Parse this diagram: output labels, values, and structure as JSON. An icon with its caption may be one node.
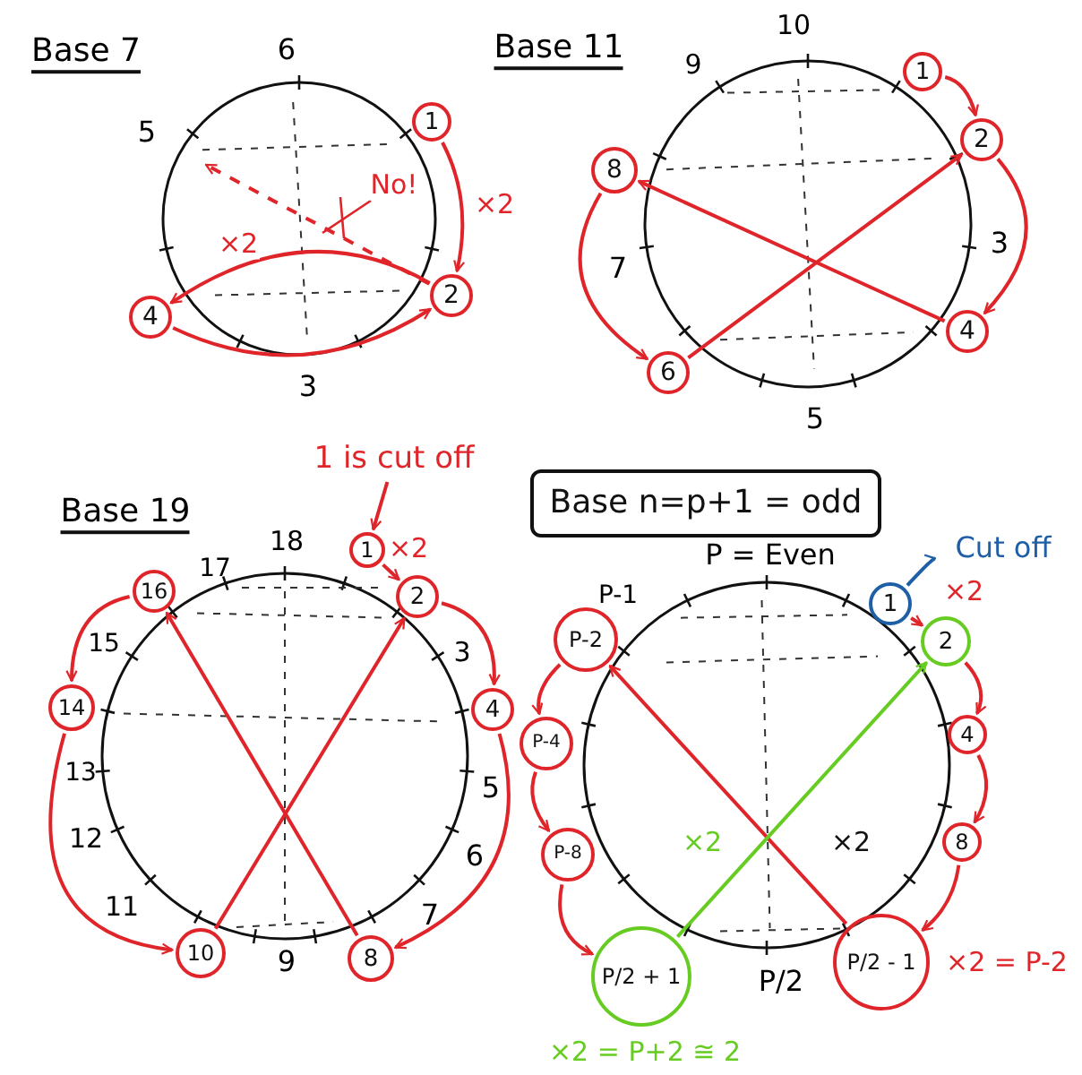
{
  "diagram": {
    "nodes": [
      {
        "text": [
          "1"
        ]
      },
      {
        "text": [
          "2"
        ]
      },
      {
        "text": [
          "4"
        ]
      },
      {
        "text": [
          "1"
        ]
      },
      {
        "text": [
          "2"
        ]
      },
      {
        "text": [
          "8"
        ]
      },
      {
        "text": [
          "4"
        ]
      },
      {
        "text": [
          "6"
        ]
      },
      {
        "text": [
          "1 is cut off"
        ]
      },
      {
        "text": [
          "1"
        ]
      },
      {
        "text": [
          "2"
        ]
      },
      {
        "text": [
          "16"
        ]
      },
      {
        "text": [
          "14"
        ]
      },
      {
        "text": [
          "4"
        ]
      },
      {
        "text": [
          "10"
        ]
      },
      {
        "text": [
          "8"
        ]
      },
      {
        "text": [
          "Base n=p+1 = odd"
        ]
      },
      {
        "text": [
          "1"
        ]
      },
      {
        "text": [
          "Cut off"
        ]
      },
      {
        "text": [
          "2"
        ]
      },
      {
        "text": [
          "4"
        ]
      },
      {
        "text": [
          "8"
        ]
      },
      {
        "text": [
          "P/2 - 1"
        ],
        "beside": [
          "×2 = P-2"
        ]
      },
      {
        "text": [
          "P/2 + 1"
        ],
        "beside": [
          "×2 = P+2 ≅ 2"
        ]
      },
      {
        "text": [
          "P-8"
        ]
      },
      {
        "text": [
          "P-4"
        ]
      },
      {
        "text": [
          "P-2"
        ]
      }
    ],
    "edges": [
      {
        "from": 0,
        "to": 1,
        "arrow": "to",
        "label": "×2"
      },
      {
        "from": 1,
        "to": 2,
        "arrow": "to",
        "label": "×2"
      },
      {
        "from": 2,
        "to": 1,
        "arrow": "to"
      },
      {
        "from": 1,
        "to": null,
        "arrow": "to",
        "style": "dashed",
        "label": "No!"
      },
      {
        "from": 3,
        "to": 4,
        "arrow": "to"
      },
      {
        "from": 4,
        "to": 6,
        "arrow": "to"
      },
      {
        "from": 5,
        "to": 7,
        "arrow": "to"
      },
      {
        "from": 6,
        "to": 5,
        "arrow": "to"
      },
      {
        "from": 7,
        "to": 4,
        "arrow": "to"
      },
      {
        "from": 8,
        "to": 9,
        "arrow": "to"
      },
      {
        "from": 9,
        "to": 10,
        "arrow": "to",
        "label": "×2"
      },
      {
        "from": 10,
        "to": 13,
        "arrow": "to"
      },
      {
        "from": 13,
        "to": 15,
        "arrow": "to"
      },
      {
        "from": 15,
        "to": 11,
        "arrow": "to"
      },
      {
        "from": 11,
        "to": 12,
        "arrow": "to"
      },
      {
        "from": 12,
        "to": 14,
        "arrow": "to"
      },
      {
        "from": 14,
        "to": 10,
        "arrow": "to"
      },
      {
        "from": 17,
        "to": 18,
        "arrow": "to",
        "color": "#1f5fa5"
      },
      {
        "from": 17,
        "to": 19,
        "arrow": "to",
        "label": "×2"
      },
      {
        "from": 19,
        "to": 20,
        "arrow": "to"
      },
      {
        "from": 20,
        "to": 21,
        "arrow": "to"
      },
      {
        "from": 21,
        "to": 22,
        "arrow": "to"
      },
      {
        "from": 22,
        "to": 26,
        "arrow": "to",
        "label": "×2"
      },
      {
        "from": 26,
        "to": 25,
        "arrow": "to"
      },
      {
        "from": 25,
        "to": 24,
        "arrow": "to"
      },
      {
        "from": 24,
        "to": 23,
        "arrow": "to"
      },
      {
        "from": 23,
        "to": 19,
        "arrow": "to",
        "color": "#66cc22",
        "label": "×2"
      }
    ],
    "labels": [
      "Base 7",
      "6",
      "5",
      "3",
      "Base 11",
      "10",
      "9",
      "3",
      "7",
      "5",
      "Base 19",
      "18",
      "17",
      "15",
      "13",
      "12",
      "11",
      "9",
      "3",
      "5",
      "6",
      "7",
      "P = Even",
      "P-1",
      "P/2"
    ]
  }
}
